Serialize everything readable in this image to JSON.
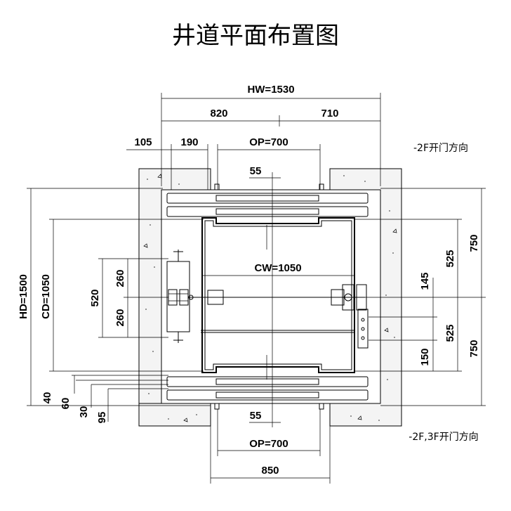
{
  "title": "井道平面布置图",
  "dimensions": {
    "hw": "HW=1530",
    "left_part": "820",
    "right_part": "710",
    "d105": "105",
    "d190": "190",
    "op_top": "OP=700",
    "d55_top": "55",
    "cw": "CW=1050",
    "hd": "HD=1500",
    "cd": "CD=1050",
    "d520": "520",
    "d260_top": "260",
    "d260_bottom": "260",
    "d750_top": "750",
    "d525_top": "525",
    "d145": "145",
    "d525_bottom": "525",
    "d150": "150",
    "d750_bottom": "750",
    "d40": "40",
    "d60": "60",
    "d30": "30",
    "d95": "95",
    "d55_bottom": "55",
    "op_bottom": "OP=700",
    "d850": "850"
  },
  "notes": {
    "top_door": "-2F开门方向",
    "bottom_door": "-2F,3F开门方向"
  }
}
